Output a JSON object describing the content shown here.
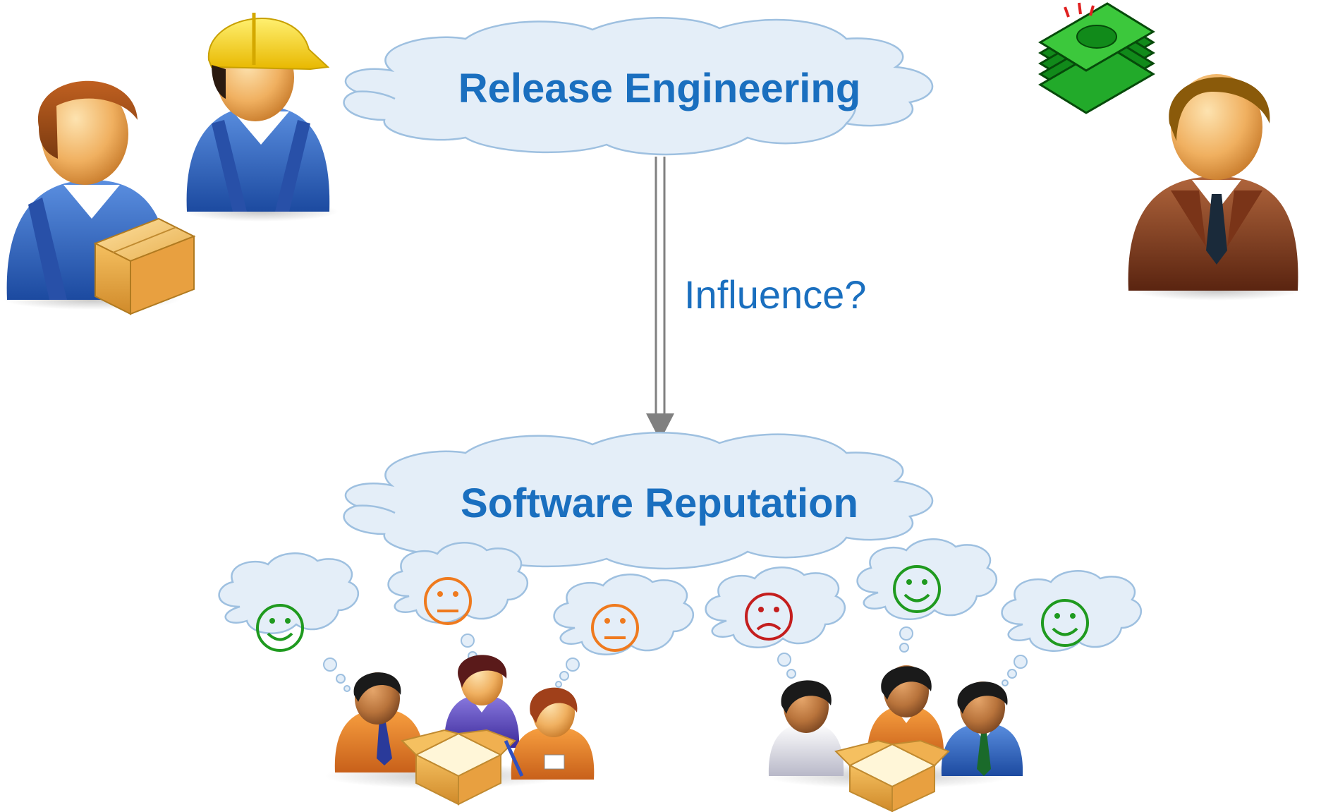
{
  "diagram": {
    "top_cloud": {
      "label": "Release Engineering"
    },
    "bottom_cloud": {
      "label": "Software Reputation"
    },
    "arrow": {
      "label": "Influence?"
    },
    "sentiments": [
      {
        "mood": "happy",
        "color": "#1f9a1f"
      },
      {
        "mood": "neutral",
        "color": "#ef7a1e"
      },
      {
        "mood": "neutral",
        "color": "#ef7a1e"
      },
      {
        "mood": "sad",
        "color": "#c41e1e"
      },
      {
        "mood": "happy",
        "color": "#1f9a1f"
      },
      {
        "mood": "happy",
        "color": "#1f9a1f"
      }
    ],
    "icons": {
      "left_group": [
        "delivery-worker-icon",
        "construction-worker-icon"
      ],
      "right_group": [
        "money-stack-icon",
        "business-manager-icon"
      ],
      "bottom_left_users": [
        "user-orange-suit-icon",
        "user-purple-icon",
        "user-writing-icon",
        "open-box-icon"
      ],
      "bottom_right_users": [
        "user-white-shirt-icon",
        "user-orange-icon",
        "user-blue-suit-icon",
        "open-box-icon"
      ]
    },
    "colors": {
      "accent_text": "#1a6fbf",
      "cloud_fill": "#e4eef8",
      "cloud_stroke": "#9ec0e0",
      "arrow": "#808080"
    }
  }
}
